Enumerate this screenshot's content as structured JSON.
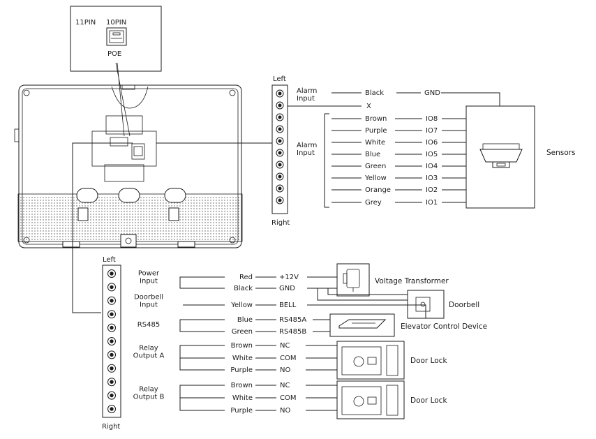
{
  "poe": {
    "label_11pin": "11PIN",
    "label_10pin": "10PIN",
    "label_poe": "POE"
  },
  "top_terminal": {
    "left_label": "Left",
    "right_label": "Right"
  },
  "top_wiring": {
    "alarm_input_1_label": "Alarm\nInput",
    "alarm_input_2_label": "Alarm\nInput",
    "wires": [
      {
        "color": "Black",
        "signal": "GND"
      },
      {
        "color": "X",
        "signal": ""
      },
      {
        "color": "Brown",
        "signal": "IO8"
      },
      {
        "color": "Purple",
        "signal": "IO7"
      },
      {
        "color": "White",
        "signal": "IO6"
      },
      {
        "color": "Blue",
        "signal": "IO5"
      },
      {
        "color": "Green",
        "signal": "IO4"
      },
      {
        "color": "Yellow",
        "signal": "IO3"
      },
      {
        "color": "Orange",
        "signal": "IO2"
      },
      {
        "color": "Grey",
        "signal": "IO1"
      }
    ],
    "sensors_label": "Sensors"
  },
  "bottom_terminal": {
    "left_label": "Left",
    "right_label": "Right"
  },
  "bottom_wiring": {
    "groups": [
      {
        "label": "Power\nInput",
        "wires": [
          {
            "color": "Red",
            "signal": "+12V"
          },
          {
            "color": "Black",
            "signal": "GND"
          }
        ]
      },
      {
        "label": "Doorbell\nInput",
        "wires": [
          {
            "color": "Yellow",
            "signal": "BELL"
          }
        ]
      },
      {
        "label": "RS485",
        "wires": [
          {
            "color": "Blue",
            "signal": "RS485A"
          },
          {
            "color": "Green",
            "signal": "RS485B"
          }
        ]
      },
      {
        "label": "Relay\nOutput A",
        "wires": [
          {
            "color": "Brown",
            "signal": "NC"
          },
          {
            "color": "White",
            "signal": "COM"
          },
          {
            "color": "Purple",
            "signal": "NO"
          }
        ]
      },
      {
        "label": "Relay\nOutput B",
        "wires": [
          {
            "color": "Brown",
            "signal": "NC"
          },
          {
            "color": "White",
            "signal": "COM"
          },
          {
            "color": "Purple",
            "signal": "NO"
          }
        ]
      }
    ],
    "devices": {
      "transformer": "Voltage Transformer",
      "doorbell": "Doorbell",
      "elevator": "Elevator Control Device",
      "door_lock_a": "Door Lock",
      "door_lock_b": "Door Lock"
    }
  }
}
